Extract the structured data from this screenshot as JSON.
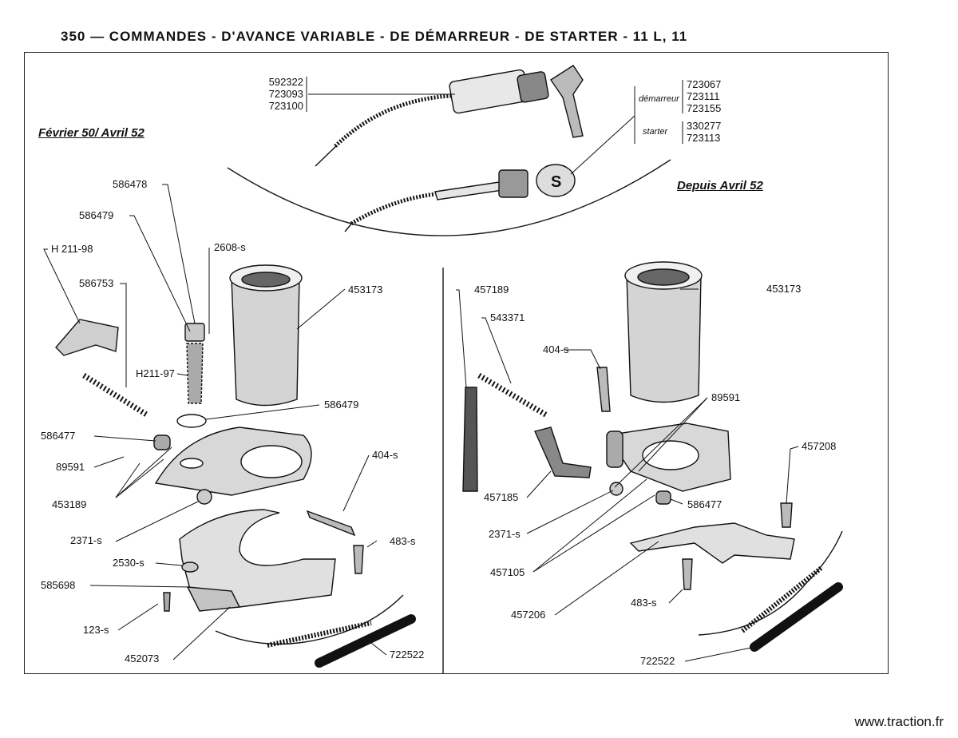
{
  "page_header": "350 — COMMANDES - D'AVANCE VARIABLE - DE DÉMARREUR - DE STARTER - 11 L, 11",
  "sections": {
    "left_title": "Février 50/ Avril 52",
    "right_title": "Depuis Avril 52"
  },
  "top_group": {
    "cable_refs": [
      "592322",
      "723093",
      "723100"
    ],
    "demarreur_label": "démarreur",
    "demarreur_refs": [
      "723067",
      "723111",
      "723155"
    ],
    "starter_label": "starter",
    "starter_refs": [
      "330277",
      "723113"
    ],
    "knob_letter": "S"
  },
  "left_labels": {
    "l586478": "586478",
    "l586479a": "586479",
    "lH21198": "H 211-98",
    "l2608s": "2608-s",
    "l586753": "586753",
    "l453173": "453173",
    "lH21197": "H211-97",
    "l586479b": "586479",
    "l586477": "586477",
    "l89591": "89591",
    "l404s": "404-s",
    "l453189": "453189",
    "l2371s": "2371-s",
    "l483s": "483-s",
    "l2530s": "2530-s",
    "l585698": "585698",
    "l123s": "123-s",
    "l452073": "452073",
    "l722522": "722522"
  },
  "right_labels": {
    "r457189": "457189",
    "r453173": "453173",
    "r543371": "543371",
    "r404s": "404-s",
    "r89591": "89591",
    "r457208": "457208",
    "r457185": "457185",
    "r586477": "586477",
    "r2371s": "2371-s",
    "r457105": "457105",
    "r483s": "483-s",
    "r457206": "457206",
    "r722522": "722522"
  },
  "footer": "www.traction.fr"
}
